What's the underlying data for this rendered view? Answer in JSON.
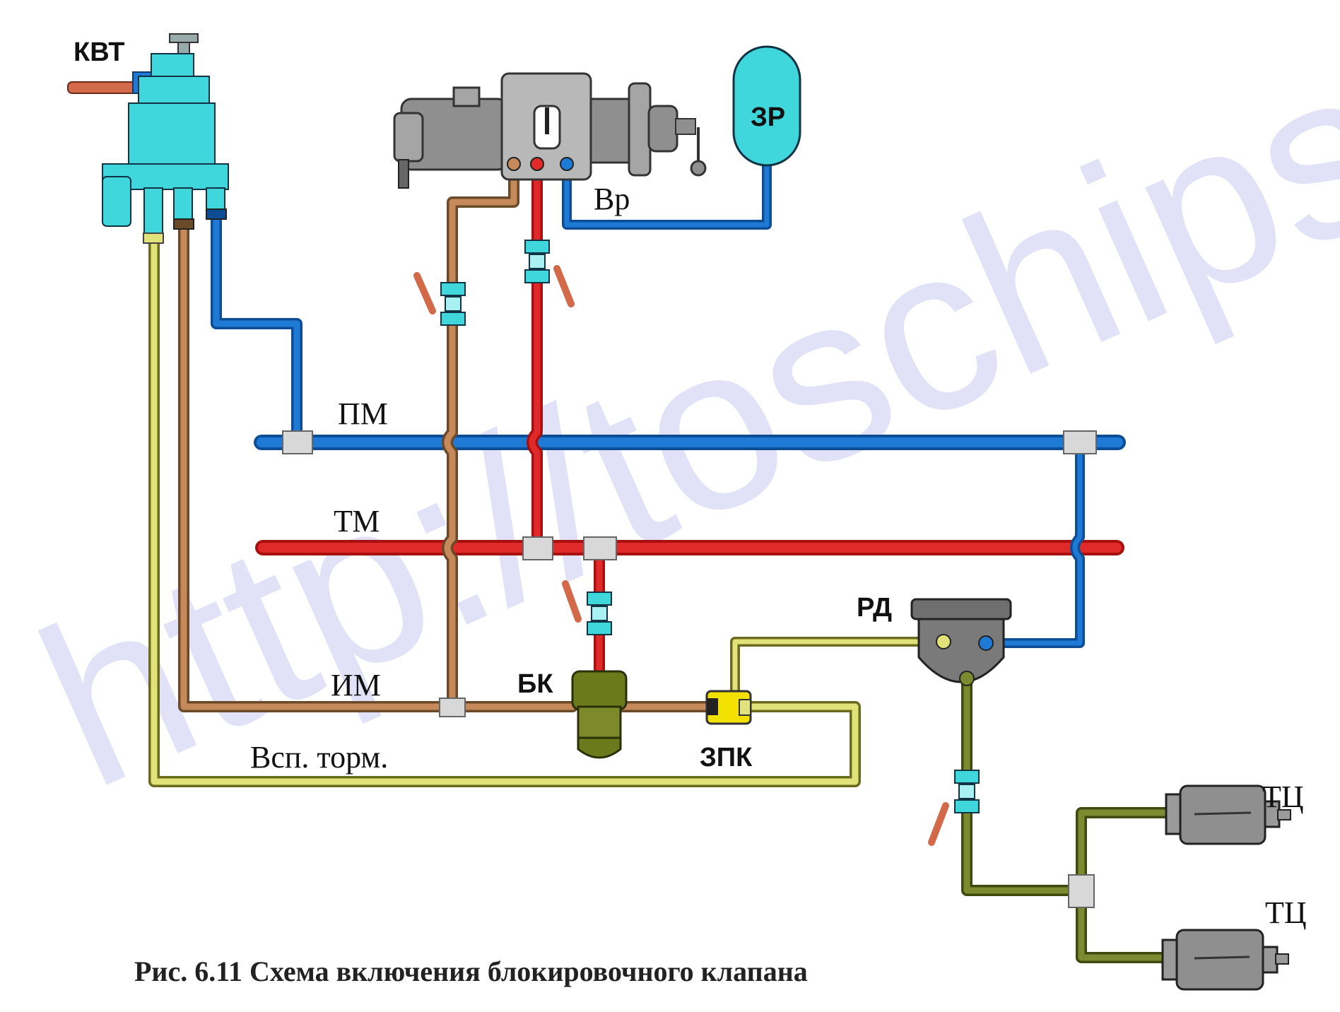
{
  "labels": {
    "kvt": "КВТ",
    "vr": "Вр",
    "zr": "ЗР",
    "pm": "ПМ",
    "tm": "ТМ",
    "im": "ИМ",
    "bk": "БК",
    "rd": "РД",
    "zpk": "ЗПК",
    "vsp_torm": "Всп. торм.",
    "tc_top": "ТЦ",
    "tc_bottom": "ТЦ"
  },
  "caption": "Рис. 6.11  Схема включения блокировочного клапана",
  "watermark": "http://toschips.ru",
  "colors": {
    "pm_line": "#1a6bbf",
    "tm_line": "#d41e1e",
    "im_line": "#b07a4a",
    "aux_line": "#d6d65a",
    "cylinder_line": "#6b7a2a",
    "device_cyan": "#3fd6dc",
    "device_grey": "#8f8f8f",
    "bk_body": "#6b7a1a",
    "zpk_body": "#f2e000",
    "handle": "#d26a4a"
  }
}
